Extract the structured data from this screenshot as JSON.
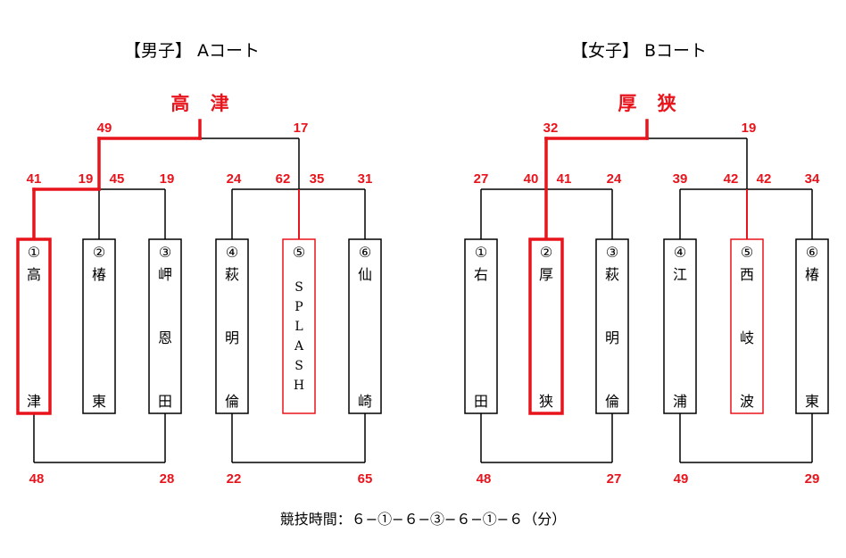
{
  "footer": "競技時間：６−①−６−③−６−①−６（分）",
  "brackets": [
    {
      "id": "boys",
      "title": "【男子】 Aコート",
      "winner": "高 津",
      "final_scores": [
        "49",
        "17"
      ],
      "semi_scores": [
        "41",
        "19",
        "45",
        "19",
        "24",
        "62",
        "35",
        "31"
      ],
      "bottom_scores": [
        "48",
        "28",
        "22",
        "65"
      ],
      "teams": [
        {
          "no": "①",
          "name": [
            "高",
            "",
            "津"
          ],
          "status": "champion"
        },
        {
          "no": "②",
          "name": [
            "椿",
            "",
            "東"
          ],
          "status": "normal"
        },
        {
          "no": "③",
          "name": [
            "岬",
            "恩",
            "田"
          ],
          "status": "normal"
        },
        {
          "no": "④",
          "name": [
            "萩",
            "明",
            "倫"
          ],
          "status": "normal"
        },
        {
          "no": "⑤",
          "name": [
            "S",
            "P",
            "L",
            "A",
            "S",
            "H"
          ],
          "status": "finalist"
        },
        {
          "no": "⑥",
          "name": [
            "仙",
            "",
            "崎"
          ],
          "status": "normal"
        }
      ]
    },
    {
      "id": "girls",
      "title": "【女子】 Bコート",
      "winner": "厚 狭",
      "final_scores": [
        "32",
        "19"
      ],
      "semi_scores": [
        "27",
        "40",
        "41",
        "24",
        "39",
        "42",
        "42",
        "34"
      ],
      "bottom_scores": [
        "48",
        "27",
        "49",
        "29"
      ],
      "teams": [
        {
          "no": "①",
          "name": [
            "右",
            "",
            "田"
          ],
          "status": "normal"
        },
        {
          "no": "②",
          "name": [
            "厚",
            "",
            "狭"
          ],
          "status": "champion"
        },
        {
          "no": "③",
          "name": [
            "萩",
            "明",
            "倫"
          ],
          "status": "normal"
        },
        {
          "no": "④",
          "name": [
            "江",
            "",
            "浦"
          ],
          "status": "normal"
        },
        {
          "no": "⑤",
          "name": [
            "西",
            "岐",
            "波"
          ],
          "status": "finalist"
        },
        {
          "no": "⑥",
          "name": [
            "椿",
            "",
            "東"
          ],
          "status": "normal"
        }
      ]
    }
  ]
}
